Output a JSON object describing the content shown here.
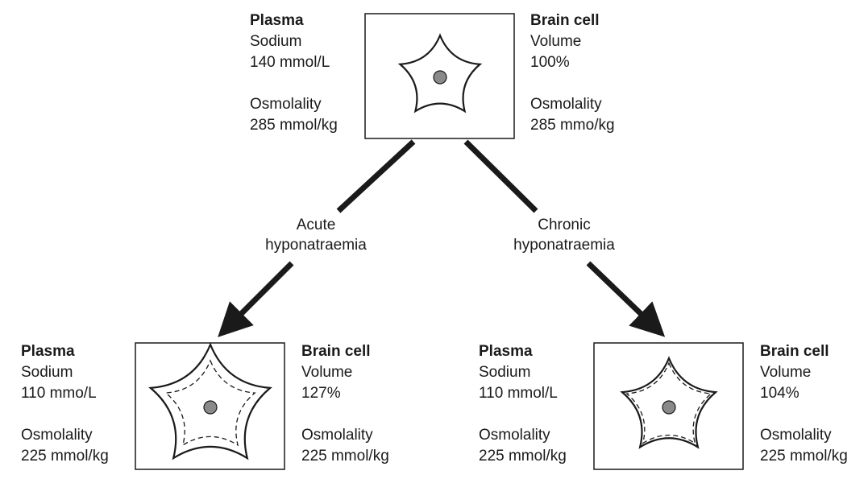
{
  "colors": {
    "ink": "#1a1a1a",
    "nucleus": "#8a8a8a"
  },
  "top": {
    "plasma": {
      "heading": "Plasma",
      "sodium_label": "Sodium",
      "sodium_value": "140 mmol/L",
      "osm_label": "Osmolality",
      "osm_value": "285 mmol/kg"
    },
    "brain": {
      "heading": "Brain cell",
      "volume_label": "Volume",
      "volume_value": "100%",
      "osm_label": "Osmolality",
      "osm_value": "285 mmo/kg"
    }
  },
  "acute": {
    "label_line1": "Acute",
    "label_line2": "hyponatraemia",
    "plasma": {
      "heading": "Plasma",
      "sodium_label": "Sodium",
      "sodium_value": "110 mmo/L",
      "osm_label": "Osmolality",
      "osm_value": "225 mmol/kg"
    },
    "brain": {
      "heading": "Brain cell",
      "volume_label": "Volume",
      "volume_value": "127%",
      "osm_label": "Osmolality",
      "osm_value": "225 mmol/kg"
    }
  },
  "chronic": {
    "label_line1": "Chronic",
    "label_line2": "hyponatraemia",
    "plasma": {
      "heading": "Plasma",
      "sodium_label": "Sodium",
      "sodium_value": "110 mmol/L",
      "osm_label": "Osmolality",
      "osm_value": "225 mmol/kg"
    },
    "brain": {
      "heading": "Brain cell",
      "volume_label": "Volume",
      "volume_value": "104%",
      "osm_label": "Osmolality",
      "osm_value": "225 mmol/kg"
    }
  }
}
